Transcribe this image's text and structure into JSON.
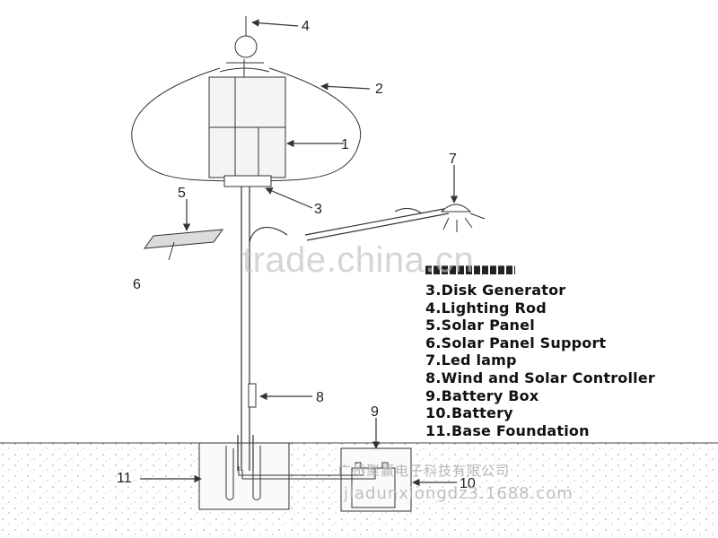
{
  "callouts": [
    "1",
    "2",
    "3",
    "4",
    "5",
    "6",
    "7",
    "8",
    "9",
    "10",
    "11"
  ],
  "legend": [
    "3.Disk Generator",
    "4.Lighting Rod",
    "5.Solar Panel",
    "6.Solar Panel Support",
    "7.Led lamp",
    "8.Wind and Solar Controller",
    "9.Battery Box",
    "10.Battery",
    "11.Base Foundation"
  ],
  "watermarks": {
    "site": "trade.china.cn",
    "company": "广州聚赢电子科技有限公司",
    "url": "jiadunxiongdz3.1688.com"
  },
  "colors": {
    "line": "#333333",
    "ground": "#aaaaaa",
    "text": "#111111"
  }
}
